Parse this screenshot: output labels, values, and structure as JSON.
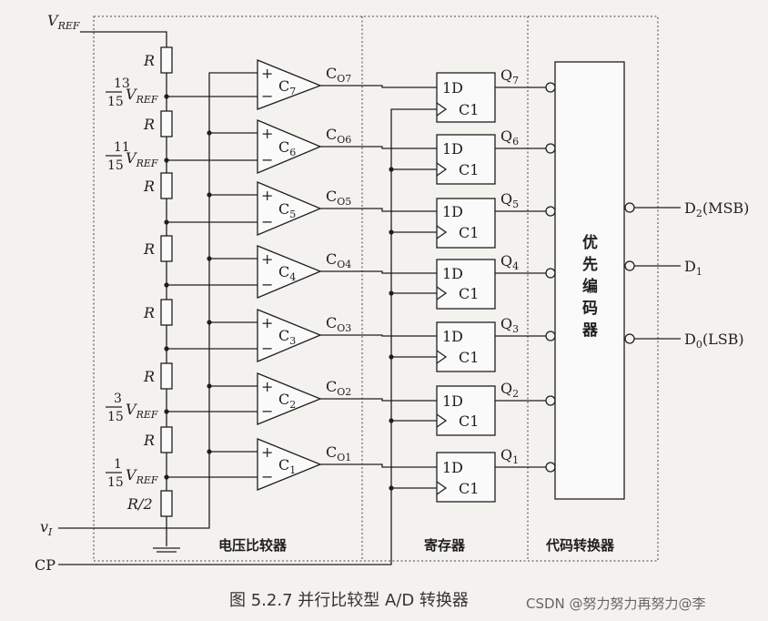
{
  "labels": {
    "vref": "V",
    "vref_sub": "REF",
    "resistor": "R",
    "resistor_half": "R/2",
    "vi": "v",
    "vi_sub": "I",
    "cp": "CP",
    "d2": "D",
    "d2_sub": "2",
    "d2_suffix": "(MSB)",
    "d1": "D",
    "d1_sub": "1",
    "d0": "D",
    "d0_sub": "0",
    "d0_suffix": "(LSB)",
    "ff_d": "1D",
    "ff_c": "C1",
    "encoder_chars": [
      "优",
      "先",
      "编",
      "码",
      "器"
    ],
    "plus": "+",
    "minus": "−"
  },
  "taps": [
    {
      "num": "13",
      "den": "15"
    },
    {
      "num": "11",
      "den": "15"
    },
    {
      "num": "3",
      "den": "15"
    },
    {
      "num": "1",
      "den": "15"
    }
  ],
  "comparators": [
    "7",
    "6",
    "5",
    "4",
    "3",
    "2",
    "1"
  ],
  "sections": {
    "comparator": "电压比较器",
    "register": "寄存器",
    "encoder": "代码转换器"
  },
  "caption": "图 5.2.7    并行比较型 A/D 转换器",
  "watermark": "CSDN @努力努力再努力@李"
}
